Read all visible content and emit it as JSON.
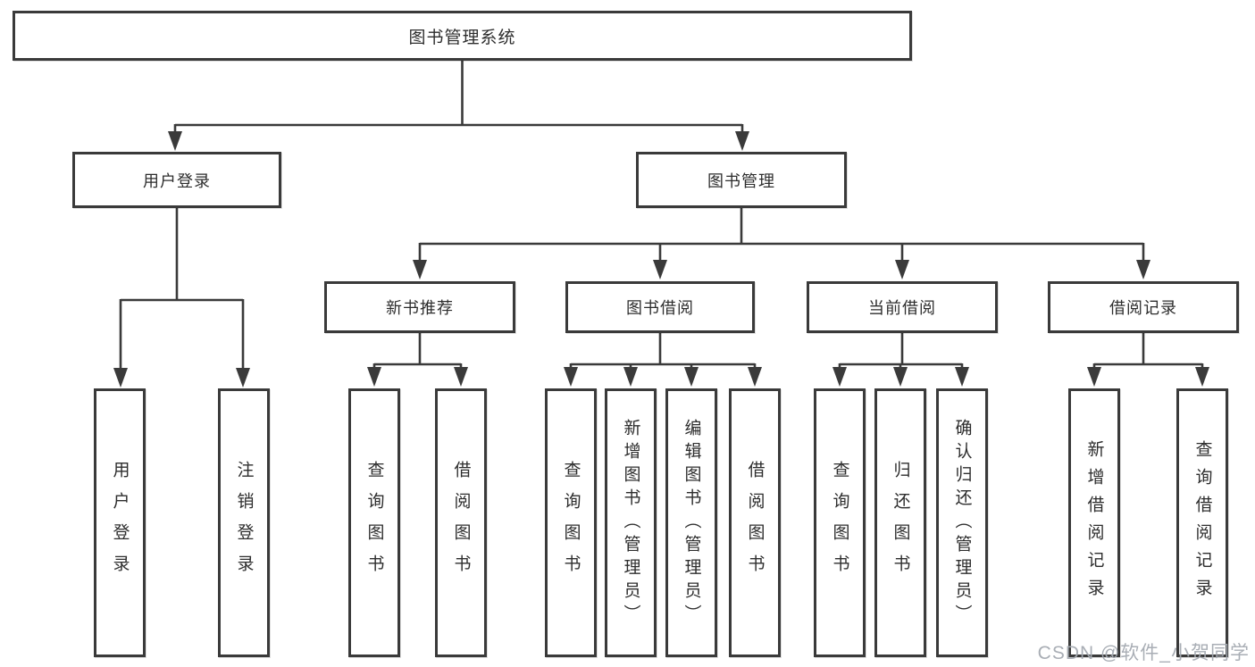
{
  "diagram": {
    "root": {
      "label": "图书管理系统"
    },
    "branches": [
      {
        "label": "用户登录",
        "children": [
          {
            "label": "用户登录"
          },
          {
            "label": "注销登录"
          }
        ]
      },
      {
        "label": "图书管理",
        "children": [
          {
            "label": "新书推荐",
            "children": [
              {
                "label": "查询图书"
              },
              {
                "label": "借阅图书"
              }
            ]
          },
          {
            "label": "图书借阅",
            "children": [
              {
                "label": "查询图书"
              },
              {
                "label": "新增图书（管理员）"
              },
              {
                "label": "编辑图书（管理员）"
              },
              {
                "label": "借阅图书"
              }
            ]
          },
          {
            "label": "当前借阅",
            "children": [
              {
                "label": "查询图书"
              },
              {
                "label": "归还图书"
              },
              {
                "label": "确认归还（管理员）"
              }
            ]
          },
          {
            "label": "借阅记录",
            "children": [
              {
                "label": "新增借阅记录"
              },
              {
                "label": "查询借阅记录"
              }
            ]
          }
        ]
      }
    ]
  },
  "watermark": "CSDN @软件_小贺同学",
  "colors": {
    "line": "#3a3a3a",
    "box_border": "#3a3a3a",
    "text": "#2d2d2d",
    "watermark": "#a4aab1"
  }
}
